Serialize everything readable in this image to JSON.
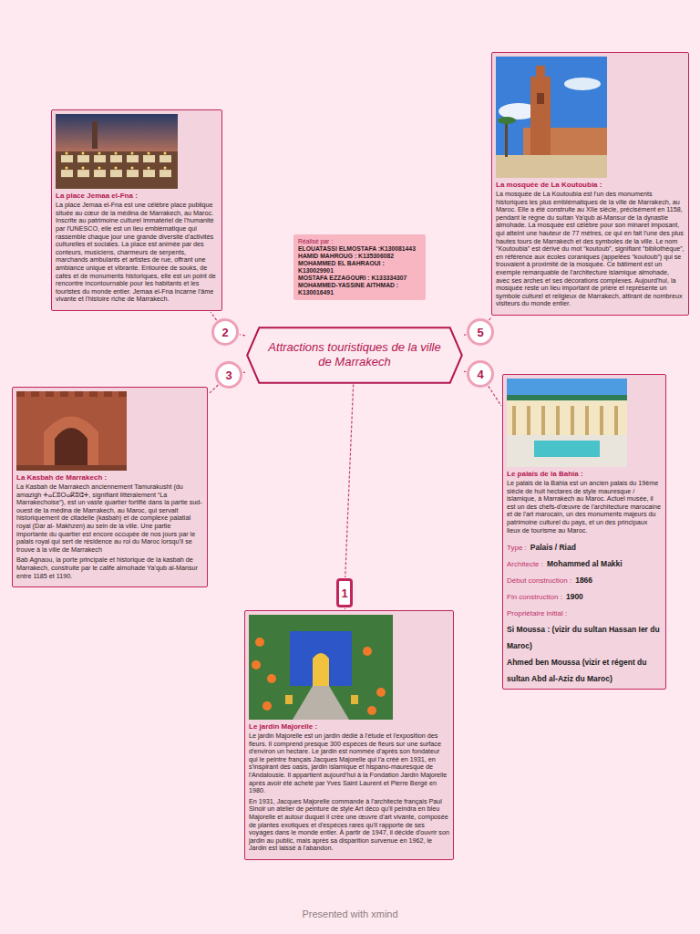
{
  "diagram": {
    "title": "Attractions touristiques de la ville de Marrakech",
    "nodes": [
      {
        "text": [
          "La place Jemaa el-Fna :",
          "La place Jemaa el-Fna est une célèbre place publique située au cœur de la médina de Marrakech, au Maroc. Inscrite au patrimoine culturel immatériel de l'humanité par l'UNESCO, elle est un lieu emblématique qui rassemble chaque jour une grande diversité d'activités culturelles et sociales. La place est animée par des conteurs, musiciens, charmeurs de serpents, marchands ambulants et artistes de rue, offrant une ambiance unique et vibrante. Entourée de souks, de cafés et de monuments historiques, elle est un point de rencontre incontournable pour les habitants et les touristes du monde entier. Jemaa el-Fna incarne l'âme vivante et l'histoire riche de Marrakech."
        ]
      },
      {
        "text": [
          "La mosquée de La Koutoubia :",
          "La mosquée de La Koutoubia est l'un des monuments historiques les plus emblématiques de la ville de Marrakech, au Maroc. Elle a été construite au XIIe siècle, précisément en 1158, pendant le règne du sultan Ya'qub al-Mansur de la dynastie almohade. La mosquée est célèbre pour son minaret imposant, qui atteint une hauteur de 77 mètres, ce qui en fait l'une des plus hautes tours de Marrakech et des symboles de la ville. Le nom “Koutoubia” est dérivé du mot “koutoub”, signifiant “bibliothèque”, en référence aux écoles coraniques (appelées “koutoub”) qui se trouvaient à proximité de la mosquée. Ce bâtiment est un exemple remarquable de l'architecture islamique almohade, avec ses arches et ses décorations complexes. Aujourd'hui, la mosquée reste un lieu important de prière et représente un symbole culturel et religieux de Marrakech, attirant de nombreux visiteurs du monde entier."
        ]
      },
      {
        "text": [
          "Réalisé par :",
          "ELOUATASSI ELMOSTAFA :K130081443",
          "HAMID MAHROUG : K135306082",
          "MOHAMMED EL BAHRAOUI : K130029901",
          "MOSTAFA EZZAGOURI : K133334307",
          "MOHAMMED-YASSINE AITHMAD : K130016491"
        ]
      },
      {
        "text": [
          "Attractions touristiques de la ville de Marrakech"
        ]
      },
      {
        "text": [
          "2"
        ]
      },
      {
        "text": [
          "5"
        ]
      },
      {
        "text": [
          "3"
        ]
      },
      {
        "text": [
          "4"
        ]
      },
      {
        "text": [
          "La Kasbah de Marrakech :",
          "La Kasbah de Marrakech anciennement Tamurakusht (du amazigh ⵜⴰⵎⵓⵔⴰⴽⵓⵛⵜ, signifiant littéralement “La Marrakechoise”), est un vaste quartier fortifié dans la partie sud-ouest de la médina de Marrakech, au Maroc, qui servait historiquement de citadelle (kasbah) et de complexe palatial royal (Dar al- Makhzen) au sein de la ville. Une partie importante du quartier est encore occupée de nos jours par le palais royal qui sert de résidence au roi du Maroc lorsqu'il se trouve à la ville de Marrakech",
          "Bab Agnaou, la porte principale et historique de la kasbah de Marrakech, construite par le calife almohade Ya'qub al-Mansur entre 1185 et 1190."
        ]
      },
      {
        "text": [
          "Le palais de la Bahia :",
          "Le palais de la Bahia est un ancien palais du 19ème siècle de huit hectares de style mauresque / islamique, à Marrakech au Maroc. Actuel musée, il est un des chefs-d'œuvre de l'architecture marocaine et de l'art marocain, un des monuments majeurs du patrimoine culturel du pays, et un des principaux lieux de tourisme au Maroc.",
          "Type :",
          "Palais / Riad",
          "Architecte :",
          "Mohammed al Makki",
          "Début construction :",
          "1866",
          "Fin construction :",
          "1900",
          "Propriétaire initial :",
          "Si Moussa : (vizir du sultan Hassan Ier du Maroc)",
          "Ahmed ben Moussa (vizir et régent du sultan Abd al-Aziz du Maroc)"
        ]
      },
      {
        "text": [
          "1"
        ]
      },
      {
        "text": [
          "Le jardin Majorelle :",
          "Le jardin Majorelle est un jardin dédié à l'étude et l'exposition des fleurs. Il comprend presque 300 espèces de fleurs sur une surface d'environ un hectare. Le jardin est nommée d'après son fondateur qui le peintre français Jacques Majorelle qui l'a créé en 1931, en s'inspirant des oasis, jardin islamique et hispano-mauresque de l'Andalousie. Il appartient aujourd'hui à la Fondation Jardin Majorelle après avoir été acheté par Yves Saint Laurent et Pierre Bergé en 1980.",
          "En 1931, Jacques Majorelle commande à l'architecte français Paul Sinoir un atelier de peinture de style Art déco qu'il peindra en bleu Majorelle et autour duquel il crée une œuvre d'art vivante, composée de plantes exotiques et d'espèces rares qu'il rapporte de ses voyages dans le monde entier. À partir de 1947, il décide d'ouvrir son jardin au public, mais après sa disparition survenue en 1962, le Jardin est laissé à l'abandon."
        ]
      }
    ],
    "edges": [
      {
        "from": 3,
        "to": 4,
        "arrow": "none"
      },
      {
        "from": 3,
        "to": 5,
        "arrow": "none"
      },
      {
        "from": 3,
        "to": 6,
        "arrow": "none"
      },
      {
        "from": 3,
        "to": 7,
        "arrow": "none"
      },
      {
        "from": 3,
        "to": 10,
        "arrow": "none"
      },
      {
        "from": 4,
        "to": 0,
        "arrow": "none"
      },
      {
        "from": 5,
        "to": 1,
        "arrow": "none"
      },
      {
        "from": 6,
        "to": 8,
        "arrow": "none"
      },
      {
        "from": 7,
        "to": 9,
        "arrow": "none"
      },
      {
        "from": 10,
        "to": 11,
        "arrow": "none"
      }
    ],
    "labels": [
      "Presented with xmind"
    ]
  }
}
